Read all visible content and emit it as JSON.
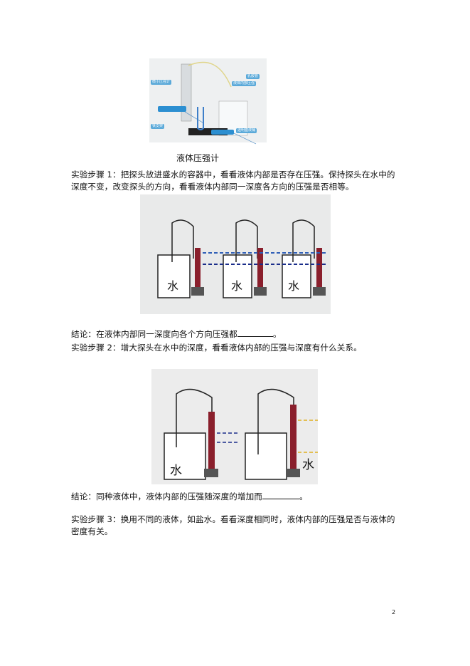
{
  "figure1": {
    "labels": [
      "微小压强计",
      "乳胶管",
      "液体内部压强",
      "铁支架",
      "透明盛液桶"
    ],
    "caption": "液体压强计"
  },
  "step1": {
    "text": "实验步骤 1：把探头放进盛水的容器中，看看液体内部是否存在压强。保持探头在水中的深度不变，改变探头的方向，看看液体内部同一深度各方向的压强是否相等。"
  },
  "figure2": {
    "water_labels": [
      "水",
      "水",
      "水"
    ]
  },
  "conclusion1": {
    "prefix": "结论：在液体内部同一深度向各个方向压强都",
    "suffix": "。"
  },
  "step2": {
    "text": "实验步骤 2：增大探头在水中的深度，看看液体内部的压强与深度有什么关系。"
  },
  "figure3": {
    "water_labels": [
      "水",
      "水"
    ]
  },
  "conclusion2": {
    "prefix": "结论：同种液体中，液体内部的压强随深度的增加而",
    "suffix": "。"
  },
  "step3": {
    "text": "实验步骤 3：换用不同的液体，如盐水。看看深度相同时，液体内部的压强是否与液体的密度有关。"
  },
  "page_number": "2"
}
